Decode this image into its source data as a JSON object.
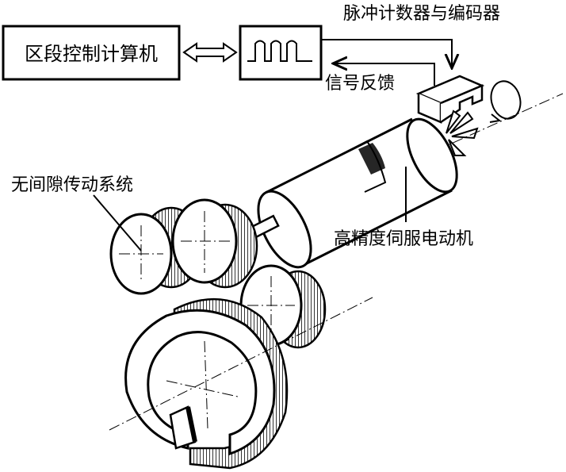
{
  "labels": {
    "computer": "区段控制计算机",
    "feedback": "信号反馈",
    "counter_encoder": "脉冲计数器与编码器",
    "gear_system": "无间隙传动系统",
    "servo_motor": "高精度伺服电动机"
  }
}
